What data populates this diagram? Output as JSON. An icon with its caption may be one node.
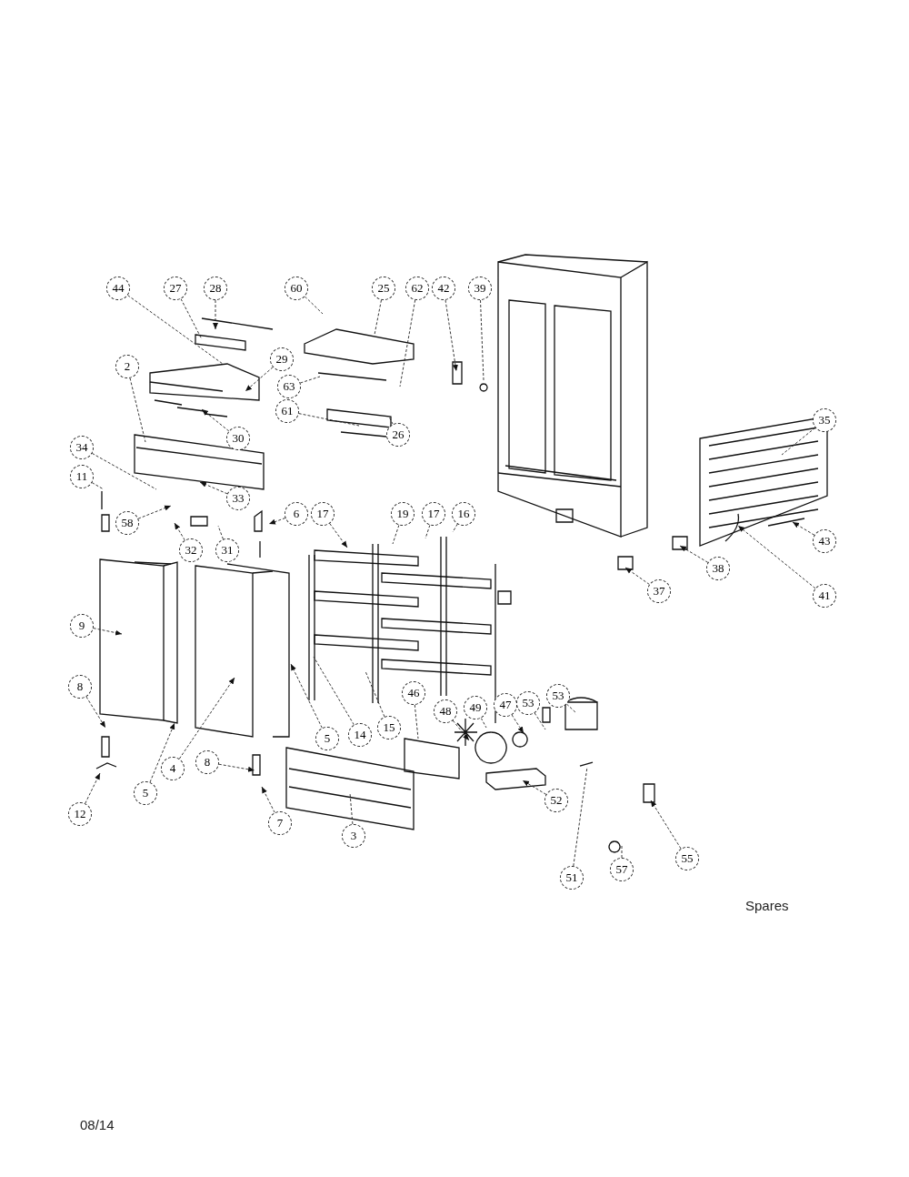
{
  "diagram": {
    "nodes": [
      {
        "text": [
          "44"
        ]
      },
      {
        "text": [
          "27"
        ]
      },
      {
        "text": [
          "28"
        ]
      },
      {
        "text": [
          "60"
        ]
      },
      {
        "text": [
          "25"
        ]
      },
      {
        "text": [
          "62"
        ]
      },
      {
        "text": [
          "42"
        ]
      },
      {
        "text": [
          "39"
        ]
      },
      {
        "text": [
          "29"
        ]
      },
      {
        "text": [
          "63"
        ]
      },
      {
        "text": [
          "61"
        ]
      },
      {
        "text": [
          "26"
        ]
      },
      {
        "text": [
          "2"
        ]
      },
      {
        "text": [
          "30"
        ]
      },
      {
        "text": [
          "34"
        ]
      },
      {
        "text": [
          "11"
        ]
      },
      {
        "text": [
          "58"
        ]
      },
      {
        "text": [
          "33"
        ]
      },
      {
        "text": [
          "32"
        ]
      },
      {
        "text": [
          "31"
        ]
      },
      {
        "text": [
          "6"
        ]
      },
      {
        "text": [
          "17"
        ]
      },
      {
        "text": [
          "19"
        ]
      },
      {
        "text": [
          "17"
        ]
      },
      {
        "text": [
          "16"
        ]
      },
      {
        "text": [
          "35"
        ]
      },
      {
        "text": [
          "43"
        ]
      },
      {
        "text": [
          "41"
        ]
      },
      {
        "text": [
          "38"
        ]
      },
      {
        "text": [
          "37"
        ]
      },
      {
        "text": [
          "9"
        ]
      },
      {
        "text": [
          "8"
        ]
      },
      {
        "text": [
          "12"
        ]
      },
      {
        "text": [
          "5"
        ]
      },
      {
        "text": [
          "4"
        ]
      },
      {
        "text": [
          "8"
        ]
      },
      {
        "text": [
          "7"
        ]
      },
      {
        "text": [
          "5"
        ]
      },
      {
        "text": [
          "14"
        ]
      },
      {
        "text": [
          "15"
        ]
      },
      {
        "text": [
          "3"
        ]
      },
      {
        "text": [
          "46"
        ]
      },
      {
        "text": [
          "48"
        ]
      },
      {
        "text": [
          "49"
        ]
      },
      {
        "text": [
          "47"
        ]
      },
      {
        "text": [
          "53"
        ]
      },
      {
        "text": [
          "53"
        ]
      },
      {
        "text": [
          "52"
        ]
      },
      {
        "text": [
          "51"
        ]
      },
      {
        "text": [
          "57"
        ]
      },
      {
        "text": [
          "55"
        ]
      }
    ],
    "edges": [
      {
        "from": 0,
        "to": null,
        "arrow": "none"
      },
      {
        "from": 1,
        "to": null,
        "arrow": "none"
      },
      {
        "from": 2,
        "to": null,
        "arrow": "to"
      },
      {
        "from": 3,
        "to": null,
        "arrow": "none"
      },
      {
        "from": 4,
        "to": null,
        "arrow": "none"
      },
      {
        "from": 5,
        "to": null,
        "arrow": "none"
      },
      {
        "from": 6,
        "to": null,
        "arrow": "to"
      },
      {
        "from": 7,
        "to": null,
        "arrow": "none"
      },
      {
        "from": 8,
        "to": null,
        "arrow": "to"
      },
      {
        "from": 9,
        "to": null,
        "arrow": "none"
      },
      {
        "from": 10,
        "to": null,
        "arrow": "none"
      },
      {
        "from": 11,
        "to": null,
        "arrow": "none"
      },
      {
        "from": 12,
        "to": null,
        "arrow": "none"
      },
      {
        "from": 13,
        "to": null,
        "arrow": "to"
      },
      {
        "from": 14,
        "to": null,
        "arrow": "none"
      },
      {
        "from": 15,
        "to": null,
        "arrow": "none"
      },
      {
        "from": 16,
        "to": null,
        "arrow": "to"
      },
      {
        "from": 17,
        "to": null,
        "arrow": "to"
      },
      {
        "from": 18,
        "to": null,
        "arrow": "to"
      },
      {
        "from": 19,
        "to": null,
        "arrow": "none"
      },
      {
        "from": 20,
        "to": null,
        "arrow": "to"
      },
      {
        "from": 21,
        "to": null,
        "arrow": "to"
      },
      {
        "from": 22,
        "to": null,
        "arrow": "none"
      },
      {
        "from": 23,
        "to": null,
        "arrow": "none"
      },
      {
        "from": 24,
        "to": null,
        "arrow": "none"
      },
      {
        "from": 25,
        "to": null,
        "arrow": "none"
      },
      {
        "from": 26,
        "to": null,
        "arrow": "to"
      },
      {
        "from": 27,
        "to": null,
        "arrow": "to"
      },
      {
        "from": 28,
        "to": null,
        "arrow": "to"
      },
      {
        "from": 29,
        "to": null,
        "arrow": "to"
      },
      {
        "from": 30,
        "to": null,
        "arrow": "to"
      },
      {
        "from": 31,
        "to": null,
        "arrow": "to"
      },
      {
        "from": 32,
        "to": null,
        "arrow": "to"
      },
      {
        "from": 33,
        "to": null,
        "arrow": "to"
      },
      {
        "from": 34,
        "to": null,
        "arrow": "to"
      },
      {
        "from": 35,
        "to": null,
        "arrow": "to"
      },
      {
        "from": 36,
        "to": null,
        "arrow": "to"
      },
      {
        "from": 37,
        "to": null,
        "arrow": "to"
      },
      {
        "from": 38,
        "to": null,
        "arrow": "none"
      },
      {
        "from": 39,
        "to": null,
        "arrow": "none"
      },
      {
        "from": 40,
        "to": null,
        "arrow": "none"
      },
      {
        "from": 41,
        "to": null,
        "arrow": "none"
      },
      {
        "from": 42,
        "to": null,
        "arrow": "to"
      },
      {
        "from": 43,
        "to": null,
        "arrow": "none"
      },
      {
        "from": 44,
        "to": null,
        "arrow": "to"
      },
      {
        "from": 45,
        "to": null,
        "arrow": "none"
      },
      {
        "from": 46,
        "to": null,
        "arrow": "none"
      },
      {
        "from": 47,
        "to": null,
        "arrow": "to"
      },
      {
        "from": 48,
        "to": null,
        "arrow": "none"
      },
      {
        "from": 49,
        "to": null,
        "arrow": "none"
      },
      {
        "from": 50,
        "to": null,
        "arrow": "to"
      }
    ],
    "labels": [
      "Spares",
      "08/14"
    ]
  }
}
